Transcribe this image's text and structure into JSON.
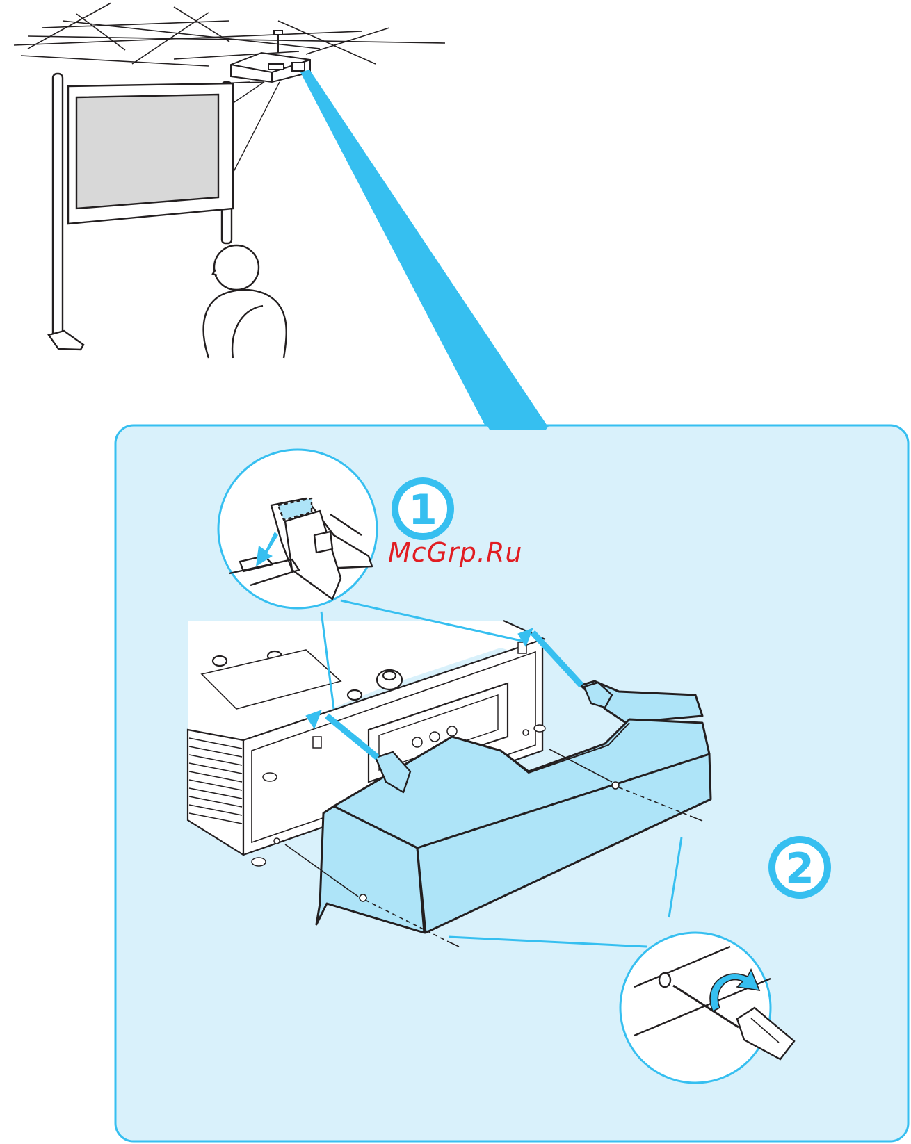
{
  "steps": [
    {
      "number": "1",
      "description": "hook-tabs-into-slots"
    },
    {
      "number": "2",
      "description": "tighten-screws"
    }
  ],
  "watermark": "McGrp.Ru",
  "colors": {
    "accent": "#36bff0",
    "panel_fill": "#d9f1fb",
    "cover_fill": "#aee4f8",
    "line": "#231f20",
    "screen_fill": "#d8d8d8",
    "watermark": "#e11d22"
  },
  "icons": [
    "ceiling-mount-projector",
    "projection-screen",
    "viewer-figure",
    "projector-underside",
    "cable-cover",
    "screwdriver-icon",
    "rotate-arrow-icon"
  ]
}
